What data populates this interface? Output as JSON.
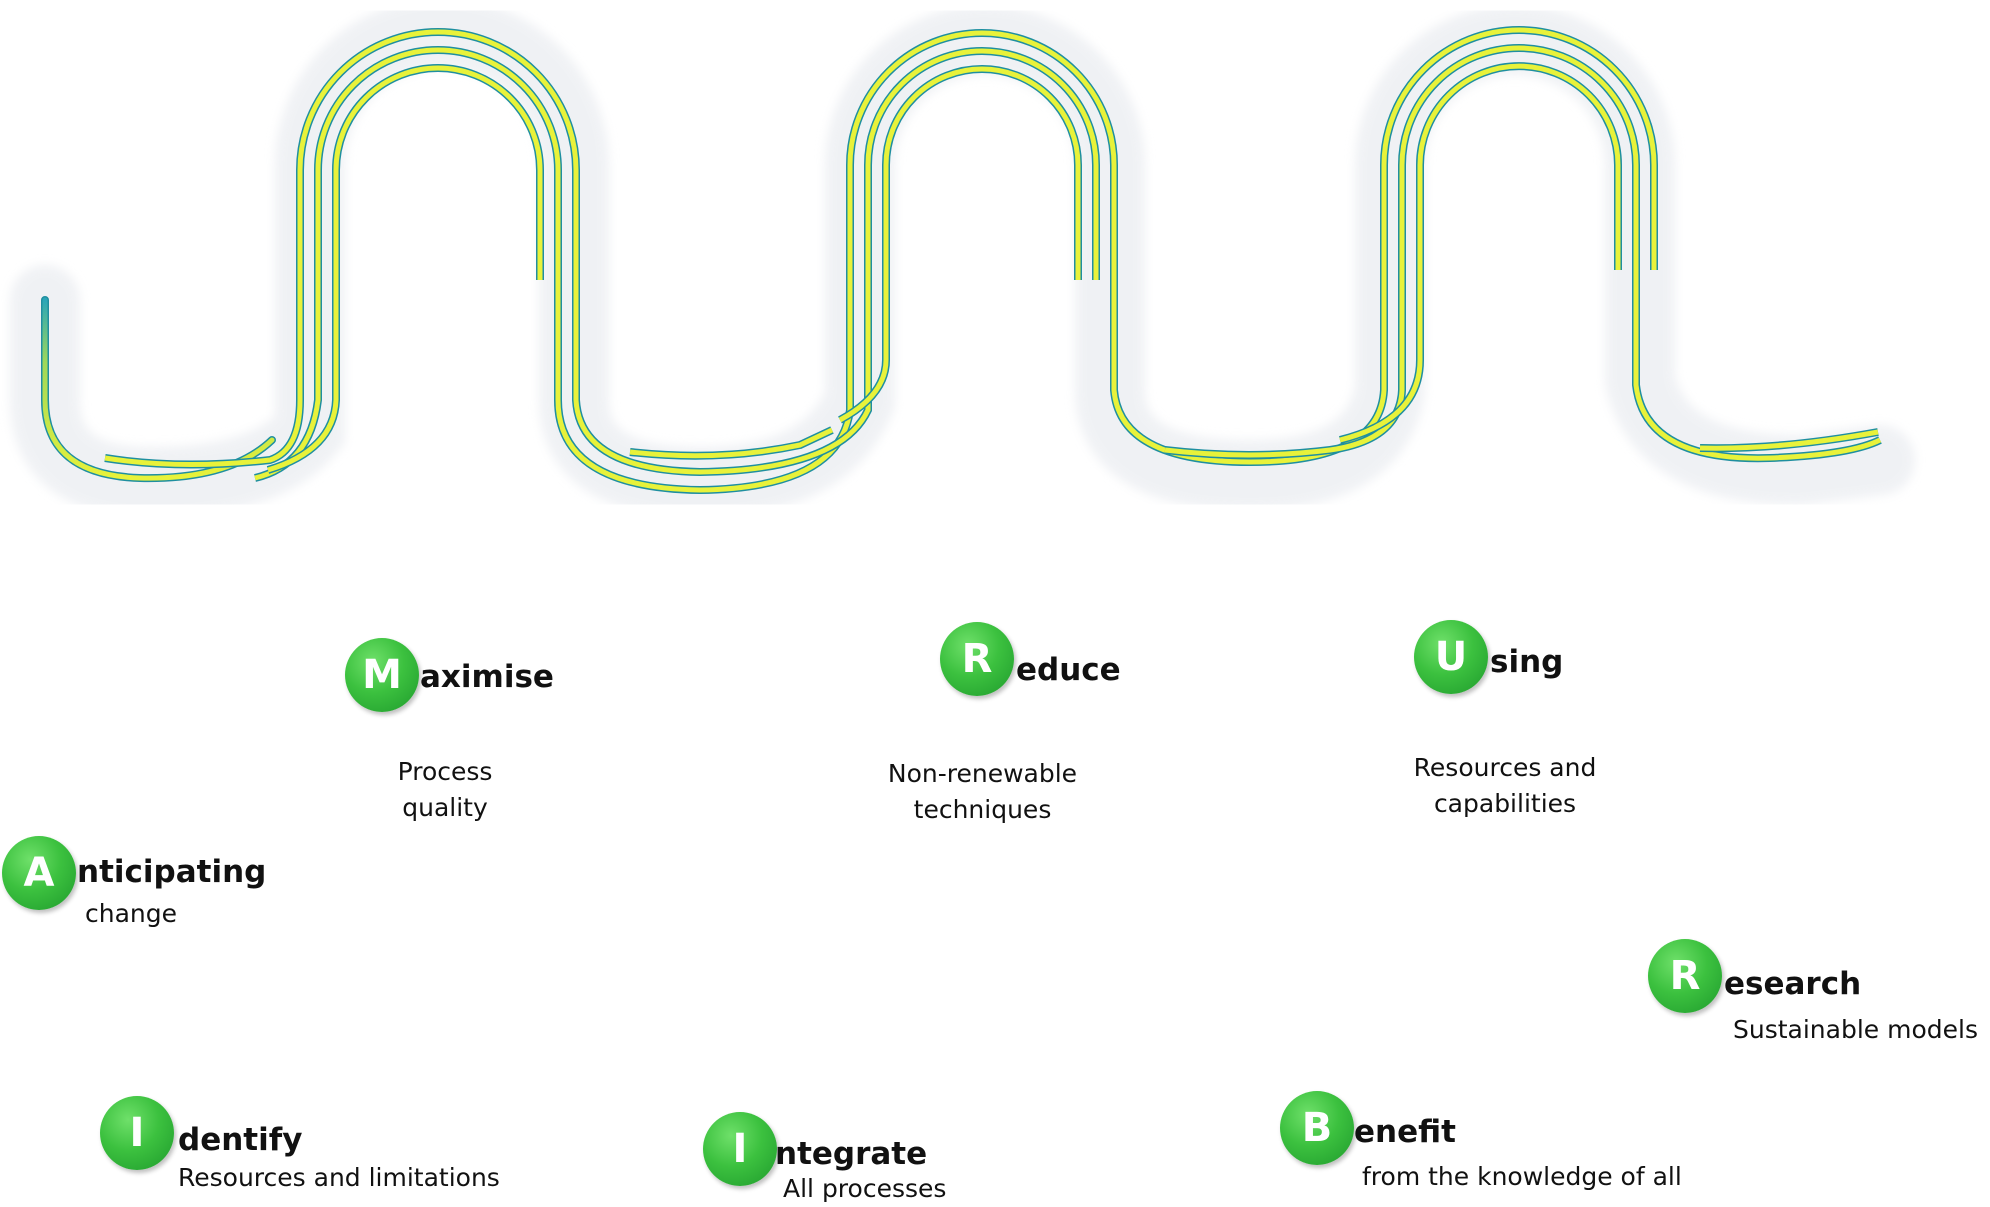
{
  "colors": {
    "track_yellow": "#e8f23a",
    "track_teal": "#2aa6b8",
    "badge_green": "#2fb43a"
  },
  "steps": [
    {
      "letter": "A",
      "rest": "nticipating",
      "description": "change"
    },
    {
      "letter": "I",
      "rest": "dentify",
      "description": "Resources and limitations"
    },
    {
      "letter": "M",
      "rest": "aximise",
      "description_lines": [
        "Process",
        "quality"
      ]
    },
    {
      "letter": "I",
      "rest": "ntegrate",
      "description": "All processes"
    },
    {
      "letter": "R",
      "rest": "educe",
      "description_lines": [
        "Non-renewable",
        "techniques"
      ]
    },
    {
      "letter": "B",
      "rest": "enefit",
      "description": "from the knowledge of all"
    },
    {
      "letter": "U",
      "rest": "sing",
      "description_lines": [
        "Resources and",
        "capabilities"
      ]
    },
    {
      "letter": "R",
      "rest": "esearch",
      "description": "Sustainable models"
    }
  ]
}
